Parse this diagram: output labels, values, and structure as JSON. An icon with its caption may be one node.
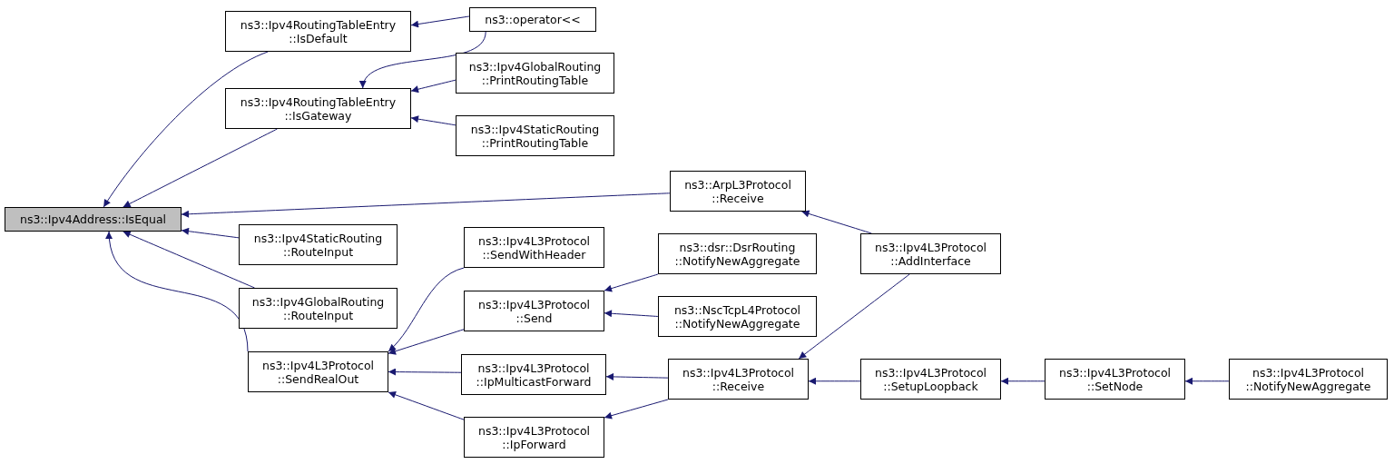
{
  "diagram": {
    "nodes": [
      {
        "text": [
          "ns3::Ipv4Address::IsEqual"
        ]
      },
      {
        "text": [
          "ns3::Ipv4RoutingTableEntry ::IsDefault"
        ]
      },
      {
        "text": [
          "ns3::operator<<"
        ]
      },
      {
        "text": [
          "ns3::Ipv4RoutingTableEntry ::IsGateway"
        ]
      },
      {
        "text": [
          "ns3::Ipv4GlobalRouting ::PrintRoutingTable"
        ]
      },
      {
        "text": [
          "ns3::Ipv4StaticRouting ::PrintRoutingTable"
        ]
      },
      {
        "text": [
          "ns3::ArpL3Protocol ::Receive"
        ]
      },
      {
        "text": [
          "ns3::Ipv4StaticRouting ::RouteInput"
        ]
      },
      {
        "text": [
          "ns3::Ipv4GlobalRouting ::RouteInput"
        ]
      },
      {
        "text": [
          "ns3::Ipv4L3Protocol ::SendRealOut"
        ]
      },
      {
        "text": [
          "ns3::Ipv4L3Protocol ::SendWithHeader"
        ]
      },
      {
        "text": [
          "ns3::Ipv4L3Protocol ::Send"
        ]
      },
      {
        "text": [
          "ns3::Ipv4L3Protocol ::IpMulticastForward"
        ]
      },
      {
        "text": [
          "ns3::Ipv4L3Protocol ::IpForward"
        ]
      },
      {
        "text": [
          "ns3::dsr::DsrRouting ::NotifyNewAggregate"
        ]
      },
      {
        "text": [
          "ns3::NscTcpL4Protocol ::NotifyNewAggregate"
        ]
      },
      {
        "text": [
          "ns3::Ipv4L3Protocol ::AddInterface"
        ]
      },
      {
        "text": [
          "ns3::Ipv4L3Protocol ::Receive"
        ]
      },
      {
        "text": [
          "ns3::Ipv4L3Protocol ::SetupLoopback"
        ]
      },
      {
        "text": [
          "ns3::Ipv4L3Protocol ::SetNode"
        ]
      },
      {
        "text": [
          "ns3::Ipv4L3Protocol ::NotifyNewAggregate"
        ]
      }
    ],
    "edges": [
      {
        "from": 1,
        "to": 0,
        "arrow": "to"
      },
      {
        "from": 3,
        "to": 0,
        "arrow": "to"
      },
      {
        "from": 6,
        "to": 0,
        "arrow": "to"
      },
      {
        "from": 7,
        "to": 0,
        "arrow": "to"
      },
      {
        "from": 8,
        "to": 0,
        "arrow": "to"
      },
      {
        "from": 9,
        "to": 0,
        "arrow": "to"
      },
      {
        "from": 2,
        "to": 1,
        "arrow": "to"
      },
      {
        "from": 2,
        "to": 3,
        "arrow": "to"
      },
      {
        "from": 4,
        "to": 3,
        "arrow": "to"
      },
      {
        "from": 5,
        "to": 3,
        "arrow": "to"
      },
      {
        "from": 16,
        "to": 6,
        "arrow": "to"
      },
      {
        "from": 10,
        "to": 9,
        "arrow": "to"
      },
      {
        "from": 11,
        "to": 9,
        "arrow": "to"
      },
      {
        "from": 12,
        "to": 9,
        "arrow": "to"
      },
      {
        "from": 13,
        "to": 9,
        "arrow": "to"
      },
      {
        "from": 14,
        "to": 11,
        "arrow": "to"
      },
      {
        "from": 15,
        "to": 11,
        "arrow": "to"
      },
      {
        "from": 17,
        "to": 12,
        "arrow": "to"
      },
      {
        "from": 17,
        "to": 13,
        "arrow": "to"
      },
      {
        "from": 16,
        "to": 17,
        "arrow": "to"
      },
      {
        "from": 18,
        "to": 17,
        "arrow": "to"
      },
      {
        "from": 19,
        "to": 18,
        "arrow": "to"
      },
      {
        "from": 20,
        "to": 19,
        "arrow": "to"
      }
    ]
  }
}
